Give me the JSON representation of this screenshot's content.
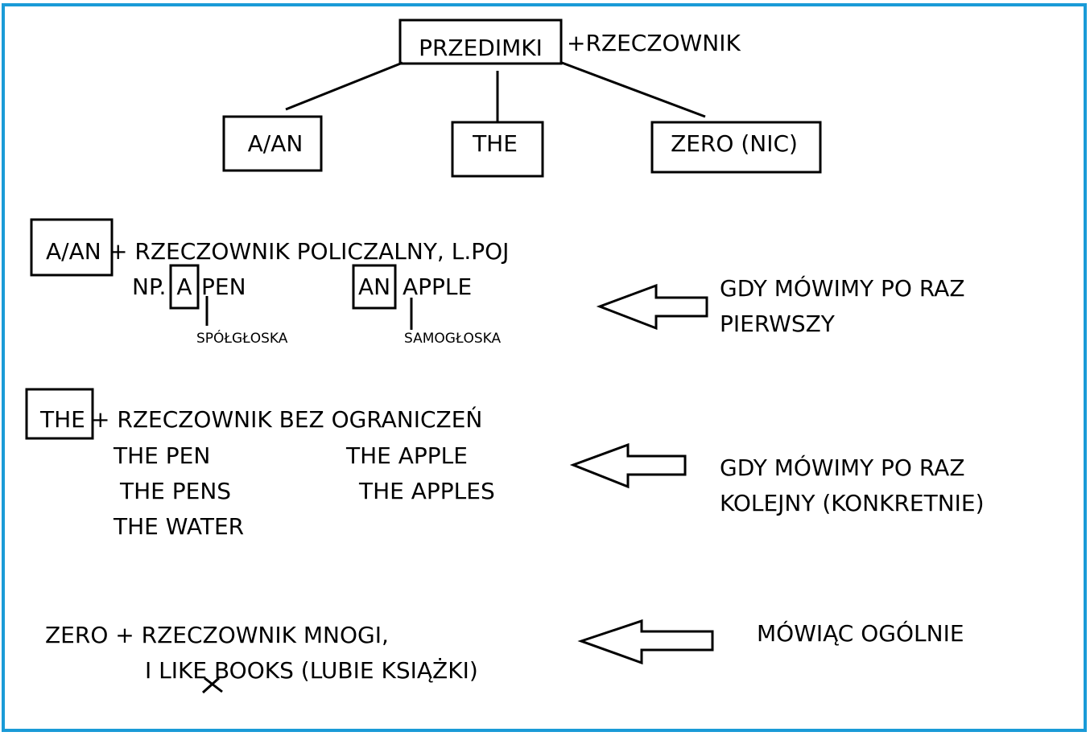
{
  "colors": {
    "frame": "#1a9bd7",
    "ink": "#000000",
    "background": "#ffffff"
  },
  "tree": {
    "root": "PRZEDIMKI",
    "root_suffix": "+RZECZOWNIK",
    "branches": [
      "A/AN",
      "THE",
      "ZERO (NIC)"
    ]
  },
  "section_a": {
    "key": "A/AN",
    "rule": "+ RZECZOWNIK POLICZALNY,  L.POJ",
    "example_prefix": "NP.",
    "example1_article": "A",
    "example1_noun": "PEN",
    "example2_article": "AN",
    "example2_noun": "APPLE",
    "note1": "SPÓŁGŁOSKA",
    "note2": "SAMOGŁOSKA",
    "arrow_label_line1": "GDY MÓWIMY PO RAZ",
    "arrow_label_line2": "PIERWSZY"
  },
  "section_the": {
    "key": "THE",
    "rule": "+ RZECZOWNIK BEZ OGRANICZEŃ",
    "ex1": "THE PEN",
    "ex2": "THE APPLE",
    "ex3": "THE PENS",
    "ex4": "THE APPLES",
    "ex5": "THE WATER",
    "arrow_label_line1": "GDY MÓWIMY PO RAZ",
    "arrow_label_line2": "KOLEJNY (KONKRETNIE)"
  },
  "section_zero": {
    "rule": "ZERO + RZECZOWNIK MNOGI,",
    "example": "I LIKE BOOKS (LUBIE KSIĄŻKI)",
    "arrow_label": "MÓWIĄC OGÓLNIE"
  },
  "icons": {
    "arrow": "left-arrow-icon",
    "mark": "cross-mark-icon"
  }
}
